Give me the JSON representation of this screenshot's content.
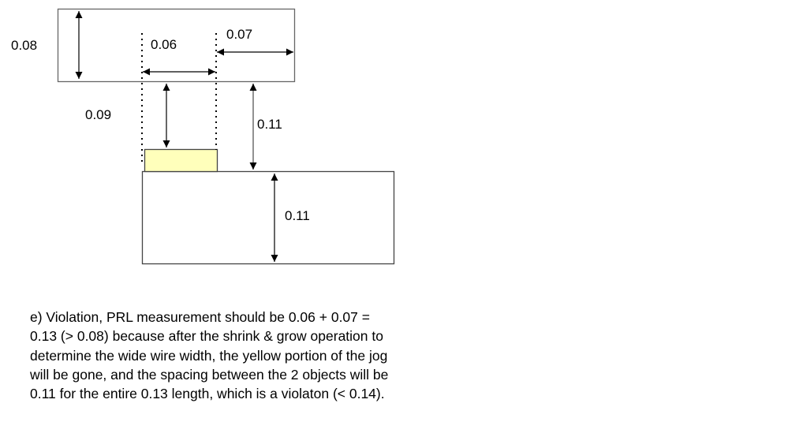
{
  "diagram": {
    "shape_colors": {
      "outline": "#666666",
      "jog_fill": "#ffffbb",
      "arrow": "#000000",
      "arrow_gray": "#777777"
    },
    "labels": {
      "top_wire_height": "0.08",
      "jog_width": "0.06",
      "right_extension": "0.07",
      "jog_spacing": "0.09",
      "wire_spacing": "0.11",
      "bottom_wire_height": "0.11"
    }
  },
  "caption": {
    "lines": [
      "e) Violation, PRL measurement should be 0.06 + 0.07 =",
      "0.13 (> 0.08) because after the shrink & grow operation to",
      "determine the wide wire width, the yellow portion of the jog",
      "will be gone, and the spacing between the 2 objects will be",
      "0.11 for the entire 0.13 length, which is a violaton (< 0.14)."
    ]
  }
}
